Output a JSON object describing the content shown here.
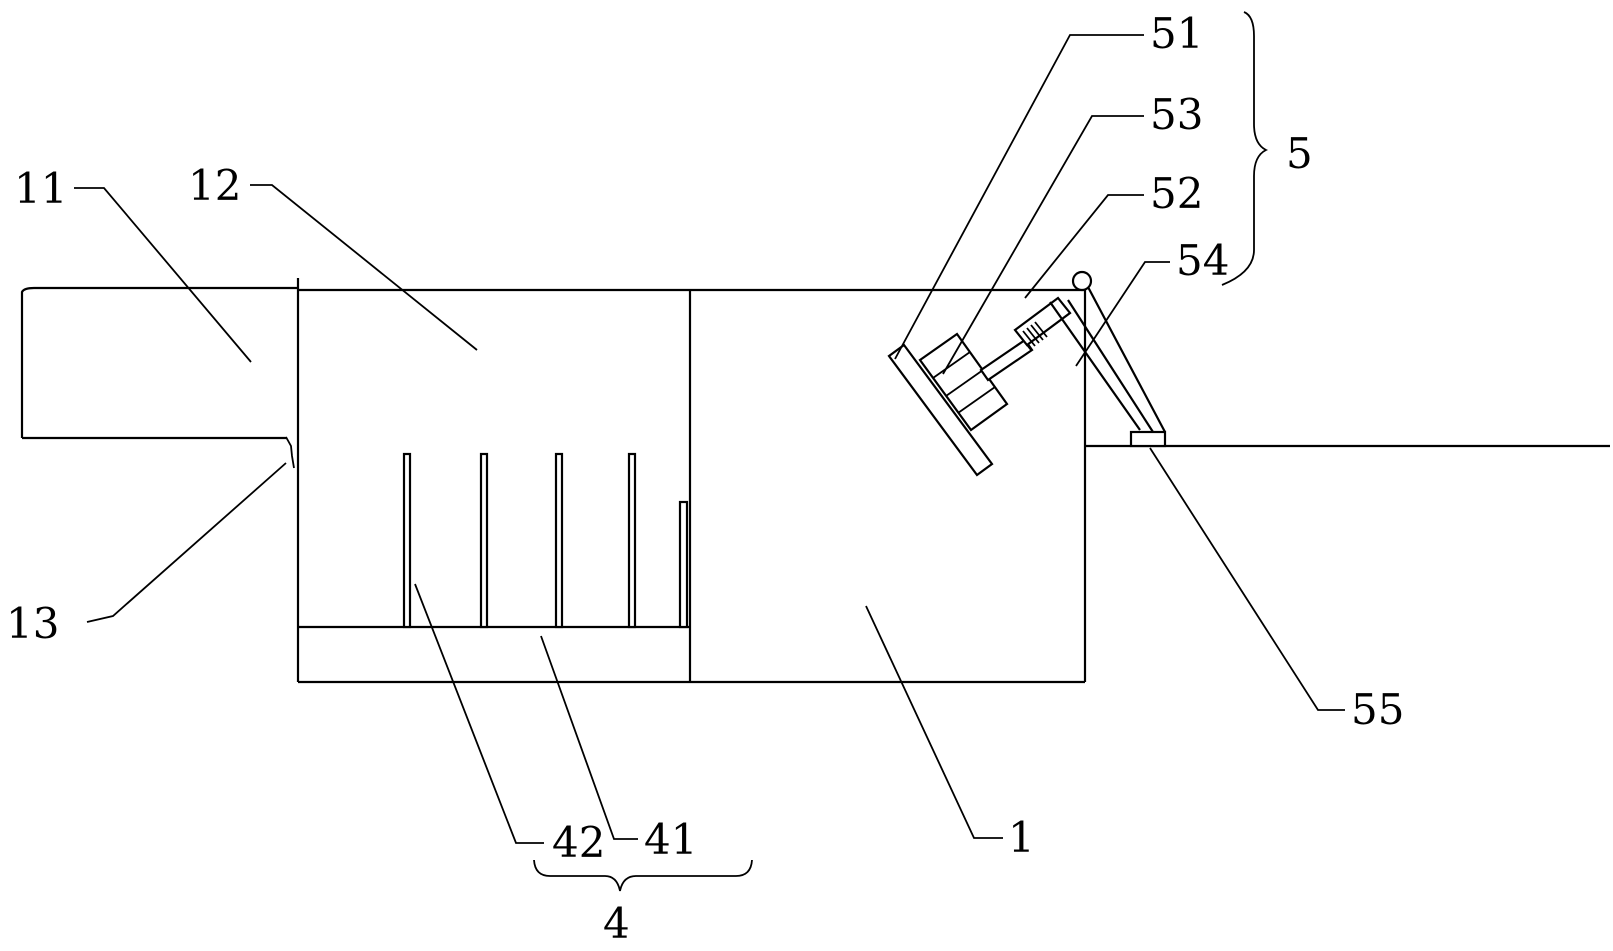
{
  "labels": {
    "l1": "1",
    "l11": "11",
    "l12": "12",
    "l13": "13",
    "l4": "4",
    "l41": "41",
    "l42": "42",
    "l5": "5",
    "l51": "51",
    "l52": "52",
    "l53": "53",
    "l54": "54",
    "l55": "55"
  }
}
